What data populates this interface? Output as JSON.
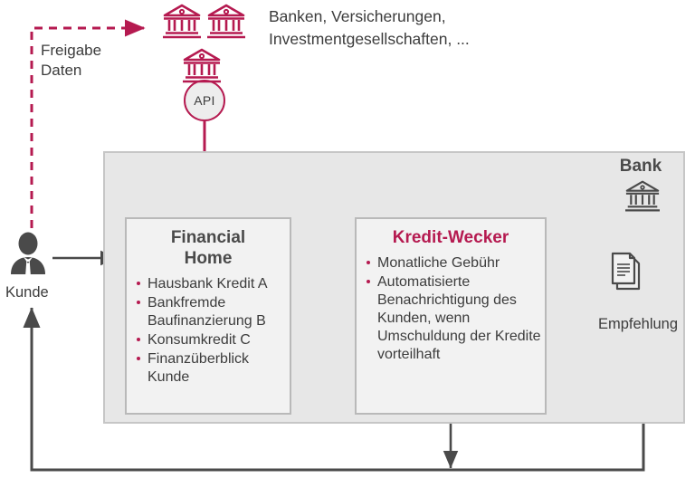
{
  "diagram": {
    "title_partners": "Banken, Versicherungen,\nInvestmentgesellschaften, ...",
    "colors": {
      "accent": "#b51a50",
      "dark_gray": "#4a4a4a",
      "text_gray": "#3c3c3c",
      "panel_bg": "#e7e7e7",
      "panel_border": "#c6c6c6",
      "card_bg": "#f2f2f2",
      "card_border": "#b9b9b9"
    }
  },
  "actors": {
    "customer": {
      "label": "Kunde",
      "icon": "person-icon"
    },
    "partners": {
      "icons": [
        "bank-icon",
        "bank-icon",
        "bank-icon"
      ]
    }
  },
  "flows": {
    "release_data": {
      "label": "Freigabe\nDaten",
      "style": "dashed",
      "color": "#b51a50"
    },
    "api": {
      "label": "API",
      "icon": "api-circle"
    },
    "recommendation": {
      "label": "Empfehlung",
      "icon": "document-icon"
    }
  },
  "panel": {
    "label": "Bank",
    "icon": "bank-icon",
    "cards": [
      {
        "name": "financial-home",
        "title": "Financial\nHome",
        "title_accent": false,
        "bullets": [
          "Hausbank Kredit A",
          "Bankfremde Baufinanzierung B",
          "Konsumkredit C",
          "Finanzüberblick Kunde"
        ]
      },
      {
        "name": "kredit-wecker",
        "title": "Kredit-Wecker",
        "title_accent": true,
        "bullets": [
          "Monatliche Gebühr",
          "Automatisierte Benachrichtigung des Kunden, wenn Umschuldung der Kredite vorteilhaft"
        ]
      }
    ]
  }
}
